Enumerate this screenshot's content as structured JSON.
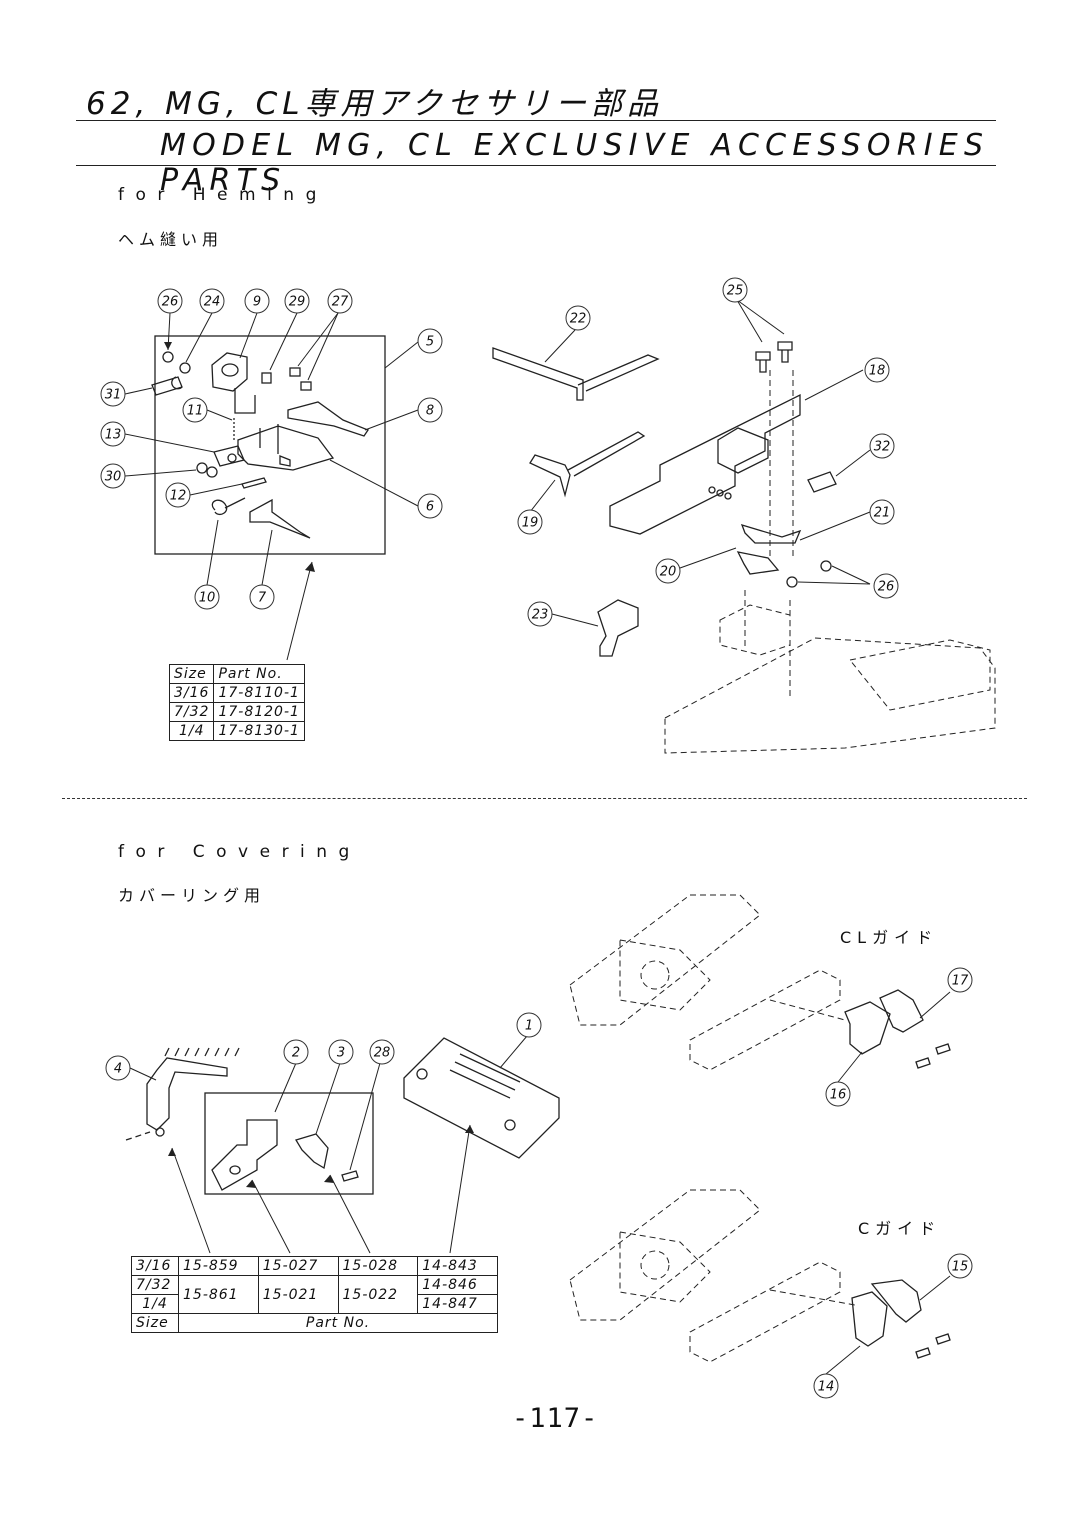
{
  "header": {
    "title_jp": "62, MG, CL専用アクセサリー部品",
    "title_en": "MODEL MG, CL EXCLUSIVE ACCESSORIES PARTS"
  },
  "hemming": {
    "label_en": "for Heming",
    "label_jp": "ヘム縫い用",
    "callouts": [
      "26",
      "24",
      "9",
      "29",
      "27",
      "5",
      "31",
      "8",
      "11",
      "13",
      "6",
      "30",
      "12",
      "10",
      "7",
      "22",
      "25",
      "18",
      "32",
      "19",
      "21",
      "20",
      "26",
      "23"
    ],
    "table": {
      "headers": [
        "Size",
        "Part No."
      ],
      "rows": [
        [
          "3/16",
          "17-8110-1"
        ],
        [
          "7/32",
          "17-8120-1"
        ],
        [
          "1/4",
          "17-8130-1"
        ]
      ]
    }
  },
  "covering": {
    "label_en": "for Covering",
    "label_jp": "カバーリング用",
    "cl_guide": "CLガイド",
    "c_guide": "Cガイド",
    "callouts": [
      "4",
      "2",
      "3",
      "28",
      "1",
      "17",
      "16",
      "15",
      "14"
    ],
    "table": {
      "rows": [
        [
          "3/16",
          "15-859",
          "15-027",
          "15-028",
          "14-843"
        ],
        [
          "7/32",
          "15-861",
          "15-021",
          "15-022",
          "14-846"
        ],
        [
          "1/4",
          "",
          "",
          "",
          "14-847"
        ]
      ],
      "footer": [
        "Size",
        "Part No."
      ]
    }
  },
  "page_number": "-117-"
}
